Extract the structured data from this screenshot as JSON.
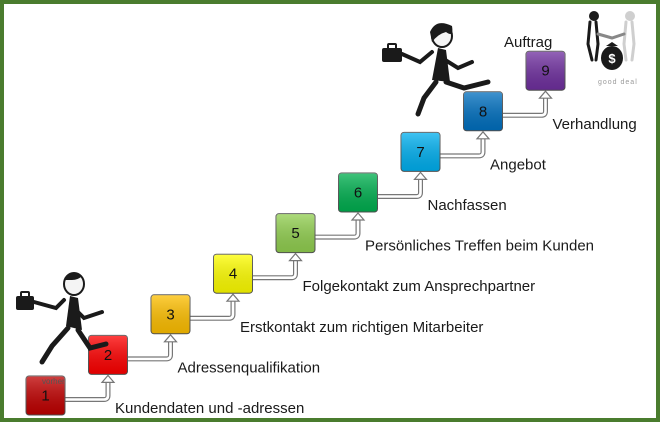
{
  "diagram": {
    "steps": [
      {
        "number": "1",
        "label": "Kundendaten und -adressen",
        "color": "#c00000"
      },
      {
        "number": "2",
        "label": "Adressenqualifikation",
        "color": "#ff0000"
      },
      {
        "number": "3",
        "label": "Erstkontakt zum richtigen Mitarbeiter",
        "color": "#ffc000"
      },
      {
        "number": "4",
        "label": "Folgekontakt zum Ansprechpartner",
        "color": "#ffff00"
      },
      {
        "number": "5",
        "label": "Persönliches Treffen beim Kunden",
        "color": "#92d050"
      },
      {
        "number": "6",
        "label": "Nachfassen",
        "color": "#00b050"
      },
      {
        "number": "7",
        "label": "Angebot",
        "color": "#00b0f0"
      },
      {
        "number": "8",
        "label": "Verhandlung",
        "color": "#0070c0"
      },
      {
        "number": "9",
        "label": "Auftrag",
        "color": "#7030a0"
      }
    ],
    "deal_caption": "good deal",
    "money_symbol": "$",
    "small_note": "vorher"
  }
}
